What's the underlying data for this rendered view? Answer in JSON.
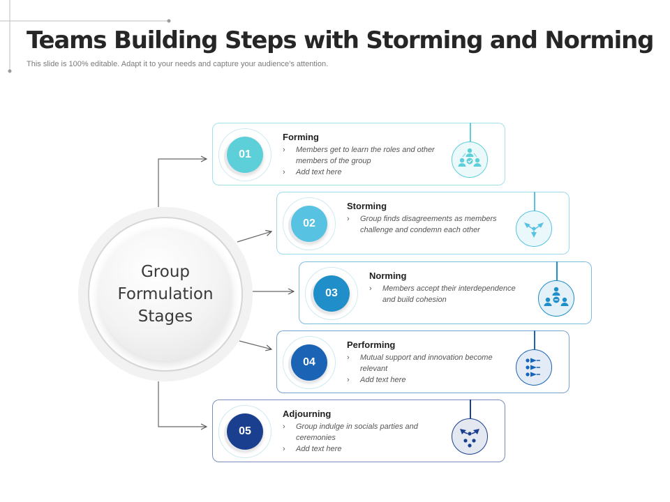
{
  "header": {
    "title": "Teams Building Steps with Storming and Norming",
    "subtitle": "This slide is 100% editable. Adapt it to your needs and capture your audience’s attention."
  },
  "center": {
    "label": "Group\nFormulation\nStages"
  },
  "stages": [
    {
      "number": "01",
      "title": "Forming",
      "bullets": [
        "Members get to learn the roles and other members  of the group",
        "Add text here"
      ],
      "icon": "team-check-icon",
      "color": "#5ccfd9"
    },
    {
      "number": "02",
      "title": "Storming",
      "bullets": [
        "Group finds disagreements as members  challenge and condemn each other"
      ],
      "icon": "conflict-arrows-icon",
      "color": "#57c2e2"
    },
    {
      "number": "03",
      "title": "Norming",
      "bullets": [
        "Members accept  their interdependence and build cohesion"
      ],
      "icon": "team-cohesion-icon",
      "color": "#1f8ec9"
    },
    {
      "number": "04",
      "title": "Performing",
      "bullets": [
        "Mutual support and innovation become  relevant",
        "Add text here"
      ],
      "icon": "forward-arrows-icon",
      "color": "#1a63b5"
    },
    {
      "number": "05",
      "title": "Adjourning",
      "bullets": [
        "Group indulge in socials parties and ceremonies",
        "Add text here"
      ],
      "icon": "disperse-arrows-icon",
      "color": "#1a3f8f"
    }
  ]
}
